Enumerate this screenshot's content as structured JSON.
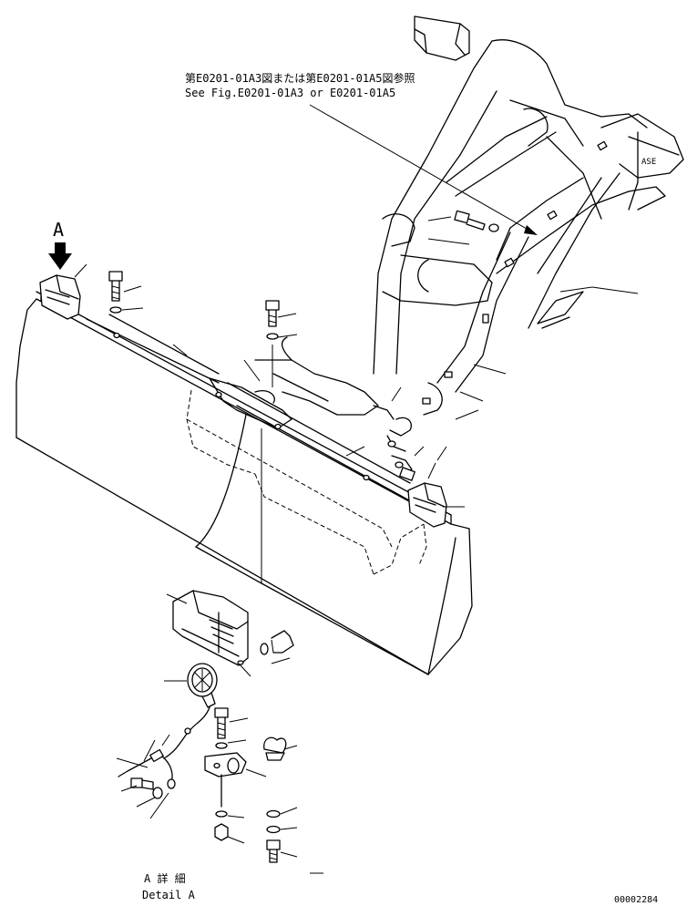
{
  "reference_note": {
    "jp": "第E0201-01A3図または第E0201-01A5図参照",
    "en": "See Fig.E0201-01A3 or E0201-01A5"
  },
  "view_marker": "A",
  "detail_caption": {
    "jp": "A 詳 細",
    "en": "Detail A"
  },
  "drawing_number": "00002284",
  "bracket_text": "ASE",
  "colors": {
    "line": "#000000",
    "background": "#ffffff"
  }
}
